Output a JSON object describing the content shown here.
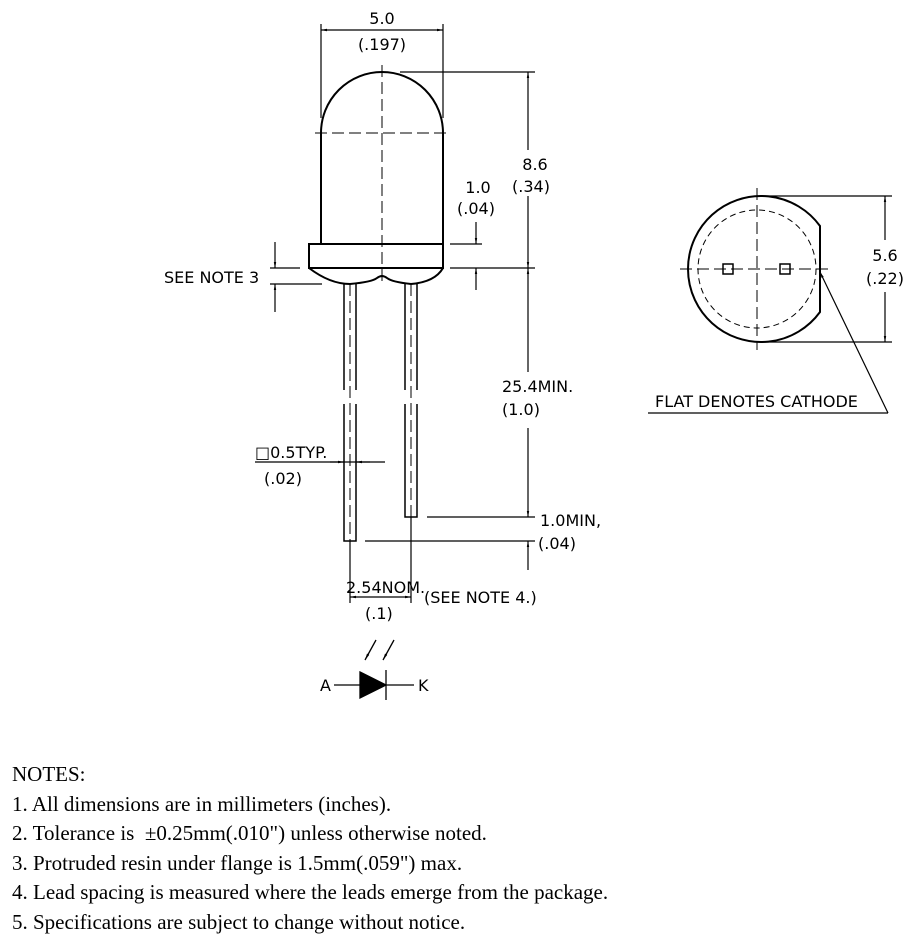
{
  "side_view": {
    "width_mm": "5.0",
    "width_in": "(.197)",
    "height_mm": "8.6",
    "height_in": "(.34)",
    "flange_mm": "1.0",
    "flange_in": "(.04)",
    "see_note_3": "SEE NOTE 3",
    "lead_length_mm": "25.4MIN.",
    "lead_length_in": "(1.0)",
    "lead_diff_mm": "1.0MIN,",
    "lead_diff_in": "(.04)",
    "lead_size_mm": "□0.5TYP.",
    "lead_size_in": "(.02)",
    "spacing_mm": "2.54NOM.",
    "spacing_in": "(.1)",
    "see_note_4": "(SEE NOTE 4.)"
  },
  "symbol": {
    "anode": "A",
    "cathode": "K"
  },
  "bottom_view": {
    "flange_dia_mm": "5.6",
    "flange_dia_in": "(.22)",
    "flat_label": "FLAT DENOTES CATHODE"
  },
  "notes": {
    "title": "NOTES:",
    "items": [
      "1. All dimensions are in millimeters (inches).",
      "2. Tolerance is  ±0.25mm(.010\") unless otherwise noted.",
      "3. Protruded resin under flange is 1.5mm(.059\") max.",
      "4. Lead spacing is measured where the leads emerge from the package.",
      "5. Specifications are subject to change without notice."
    ]
  }
}
